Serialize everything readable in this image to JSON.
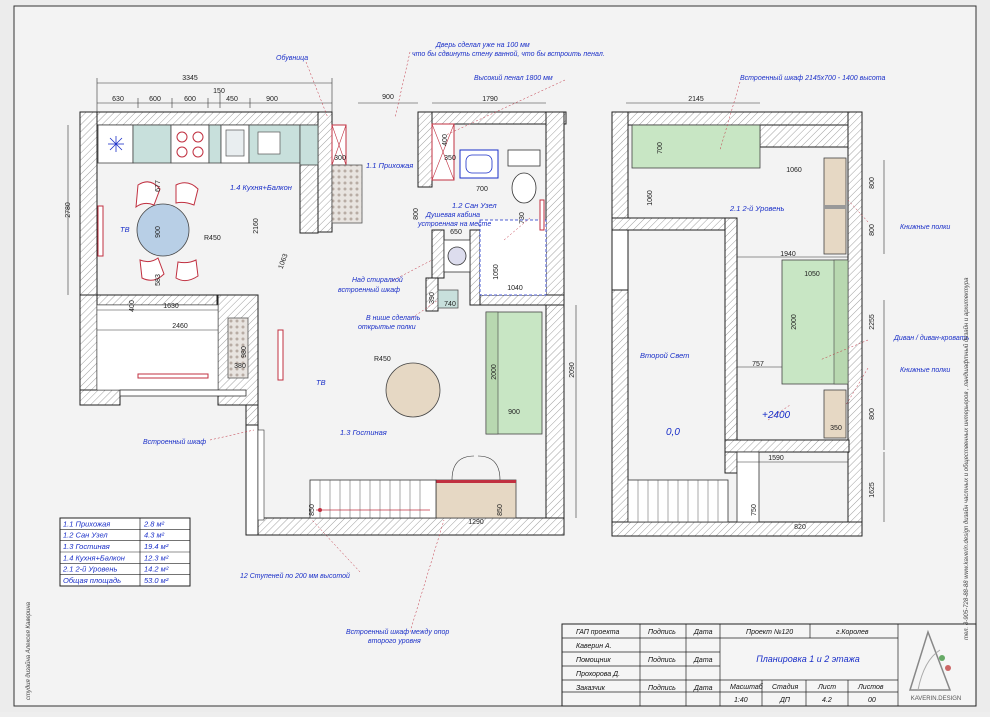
{
  "dims": {
    "total_width": "3345",
    "seg1": "630",
    "seg2": "600",
    "seg3": "600",
    "seg4": "150",
    "seg5": "450",
    "seg6": "900",
    "left_height": "2780",
    "d677": "677",
    "d900a": "900",
    "d583": "583",
    "r450a": "R450",
    "d2160": "2160",
    "d1063": "1063",
    "d300": "300",
    "d900door": "900",
    "d1790": "1790",
    "d400a": "400",
    "d350": "350",
    "d700": "700",
    "d730": "730",
    "d800": "800",
    "d650": "650",
    "d1050": "1050",
    "d1040": "1040",
    "d400b": "400",
    "d1630": "1630",
    "d2460": "2460",
    "d980": "980",
    "d380": "380",
    "d390": "390",
    "d740": "740",
    "r450b": "R450",
    "d2000a": "2000",
    "d900b": "900",
    "d2090": "2090",
    "d1290": "1290",
    "d850a": "850",
    "d850b": "850",
    "d2145": "2145",
    "d700b": "700",
    "d1060a": "1060",
    "d1060b": "1060",
    "d800c": "800",
    "d800d": "800",
    "d1940": "1940",
    "d1050b": "1050",
    "d2000b": "2000",
    "d757": "757",
    "d2255": "2255",
    "d800e": "800",
    "d350b": "350",
    "d1590": "1590",
    "d750": "750",
    "d820": "820",
    "d1625": "1625"
  },
  "labels": {
    "obuvnitsa": "Обувница",
    "door_note_1": "Дверь сделал уже на 100 мм",
    "door_note_2": "что бы сдвинуть стену ванной, что бы встроить пенал.",
    "tall_pencil": "Высокий пенал 1800 мм",
    "prihozhaya": "1.1 Прихожая",
    "san_uzel": "1.2 Сан Узел",
    "kitchen": "1.4 Кухня+Балкон",
    "shower_1": "Душевая кабина",
    "shower_2": "устроенная на месте",
    "tv1": "ТВ",
    "tv2": "ТВ",
    "washer_1": "Над стиралкой",
    "washer_2": "встроенный шкаф",
    "niche_1": "В нише сделать",
    "niche_2": "открытые полки",
    "builtin_wardrobe": "Встроенный шкаф",
    "gostinaya": "1.3 Гостиная",
    "steps": "12 Ступеней по  200 мм высотой",
    "wardrobe_between_1": "Встроенный шкаф между опор",
    "wardrobe_between_2": "второго уровня",
    "level2_wardrobe": "Встроенный шкаф 2145х700 - 1400 высота",
    "level2": "2.1 2-й Уровень",
    "bookshelves1": "Книжные полки",
    "bookshelves2": "Книжные полки",
    "sofa": "Диван / диван-кровать",
    "second_light": "Второй Свет",
    "level_zero": "0,0",
    "level_2400": "+2400"
  },
  "area_table": [
    {
      "name": "1.1 Прихожая",
      "area": "2.8 м²"
    },
    {
      "name": "1.2 Сан Узел",
      "area": "4.3 м²"
    },
    {
      "name": "1.3 Гостиная",
      "area": "19.4 м²"
    },
    {
      "name": "1.4 Кухня+Балкон",
      "area": "12.3 м²"
    },
    {
      "name": "2.1 2-й Уровень",
      "area": "14.2 м²"
    },
    {
      "name": "Общая площадь",
      "area": "53.0 м²"
    }
  ],
  "stamp": {
    "gap": "ГАП проекта",
    "kaverin": "Каверин А.",
    "pomoshnik": "Помощник",
    "prohorova": "Прохорова Д.",
    "zakazchik": "Заказчик",
    "podpis1": "Подпись",
    "data1": "Дата",
    "podpis2": "Подпись",
    "data2": "Дата",
    "podpis3": "Подпись",
    "data3": "Дата",
    "project": "Проект №120",
    "city": "г.Королев",
    "title": "Планировка 1 и 2 этажа",
    "h_scale": "Масштаб",
    "h_stage": "Стадия",
    "h_sheet": "Лист",
    "h_sheets": "Листов",
    "v_scale": "1:40",
    "v_stage": "ДП",
    "v_sheet": "4.2",
    "v_sheets": "00",
    "logo_text": "KAVERIN.DESIGN"
  },
  "side_text": {
    "left": "студия дизайна  Алексея Каверина",
    "right": "тел. 8-905-728-88-88       www.kaverin.design       дизайн частных и общественных интерьеров , ландшафтный дизайн и архитектура"
  }
}
